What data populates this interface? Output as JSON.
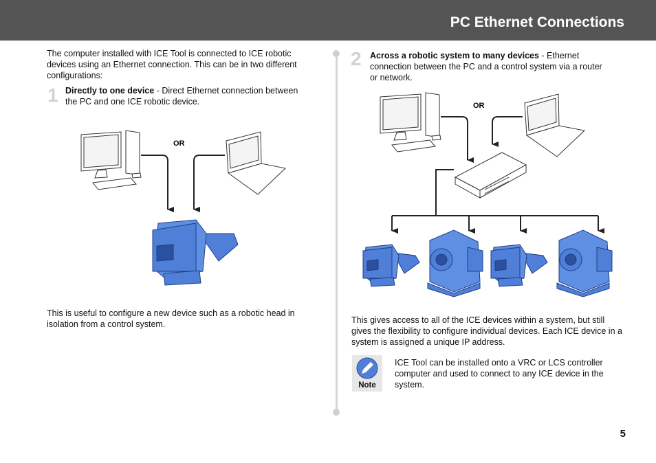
{
  "header": {
    "title": "PC Ethernet Connections"
  },
  "intro": "The computer installed with ICE Tool is connected to ICE robotic devices using an Ethernet connection. This can be in two different configurations:",
  "step1": {
    "number": "1",
    "title": "Directly to one device",
    "text": " - Direct Ethernet connection between the PC and one ICE robotic device."
  },
  "diagram1": {
    "or_label": "OR"
  },
  "useful_text": "This is useful to configure a new device such as a robotic head in isolation from a control system.",
  "step2": {
    "number": "2",
    "title": "Across a robotic system to many devices",
    "text": " - Ethernet connection between the PC and a control system via a router or network."
  },
  "diagram2": {
    "or_label": "OR"
  },
  "access_text": "This gives access to all of the ICE devices within a system, but still gives the flexibility to configure individual devices. Each ICE device in a system is assigned a unique IP address.",
  "note": {
    "label": "Note",
    "text": "ICE Tool can be installed onto a VRC or LCS controller computer and used to connect to any ICE device in the system."
  },
  "page_number": "5",
  "colors": {
    "header_bg": "#545454",
    "device_blue": "#4f7fd6",
    "step_number": "#d2d2d2"
  }
}
